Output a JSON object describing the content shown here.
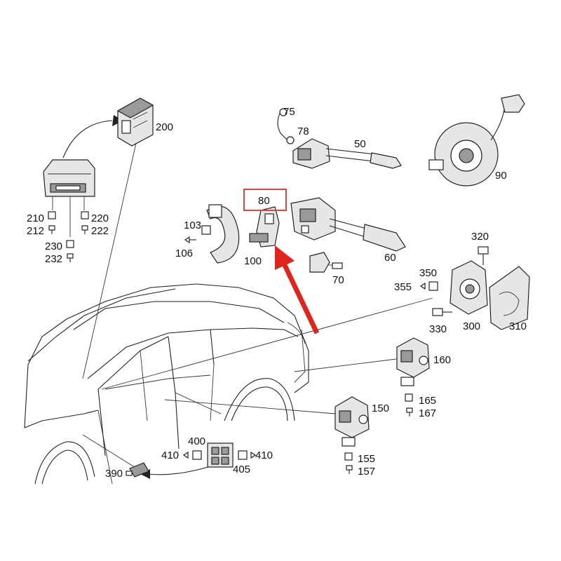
{
  "labels": {
    "p75": "75",
    "p78": "78",
    "p50": "50",
    "p90": "90",
    "p200": "200",
    "p80": "80",
    "p103": "103",
    "p106": "106",
    "p100": "100",
    "p60": "60",
    "p70": "70",
    "p320": "320",
    "p350": "350",
    "p355": "355",
    "p330": "330",
    "p300": "300",
    "p310": "310",
    "p210": "210",
    "p212": "212",
    "p220": "220",
    "p222": "222",
    "p230": "230",
    "p232": "232",
    "p160": "160",
    "p165": "165",
    "p167": "167",
    "p150": "150",
    "p155": "155",
    "p157": "157",
    "p400": "400",
    "p405": "405",
    "p410a": "410",
    "p410b": "410",
    "p390": "390"
  },
  "colors": {
    "highlight": "#e8423a",
    "arrow": "#e0241b",
    "ink": "#222222"
  }
}
